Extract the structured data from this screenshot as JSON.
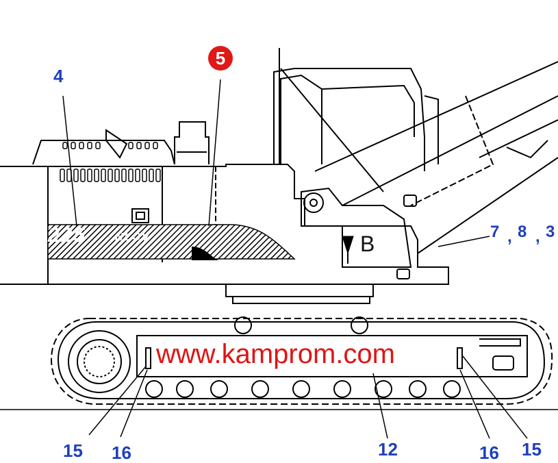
{
  "callouts": {
    "c4": "4",
    "c5": "5",
    "c7": "7",
    "c8": "8",
    "c3": "3",
    "c15_left": "15",
    "c16_left": "16",
    "c12": "12",
    "c16_right": "16",
    "c15_right": "15"
  },
  "separators": {
    "comma1": ",",
    "comma2": ","
  },
  "zone_label": "B",
  "model_text": "225",
  "model_suffix": "NLCV",
  "watermark": "www.kamprom.com",
  "colors": {
    "callout": "#1f3fbf",
    "badge": "#e01818",
    "watermark": "#e01414",
    "line": "#000000"
  }
}
